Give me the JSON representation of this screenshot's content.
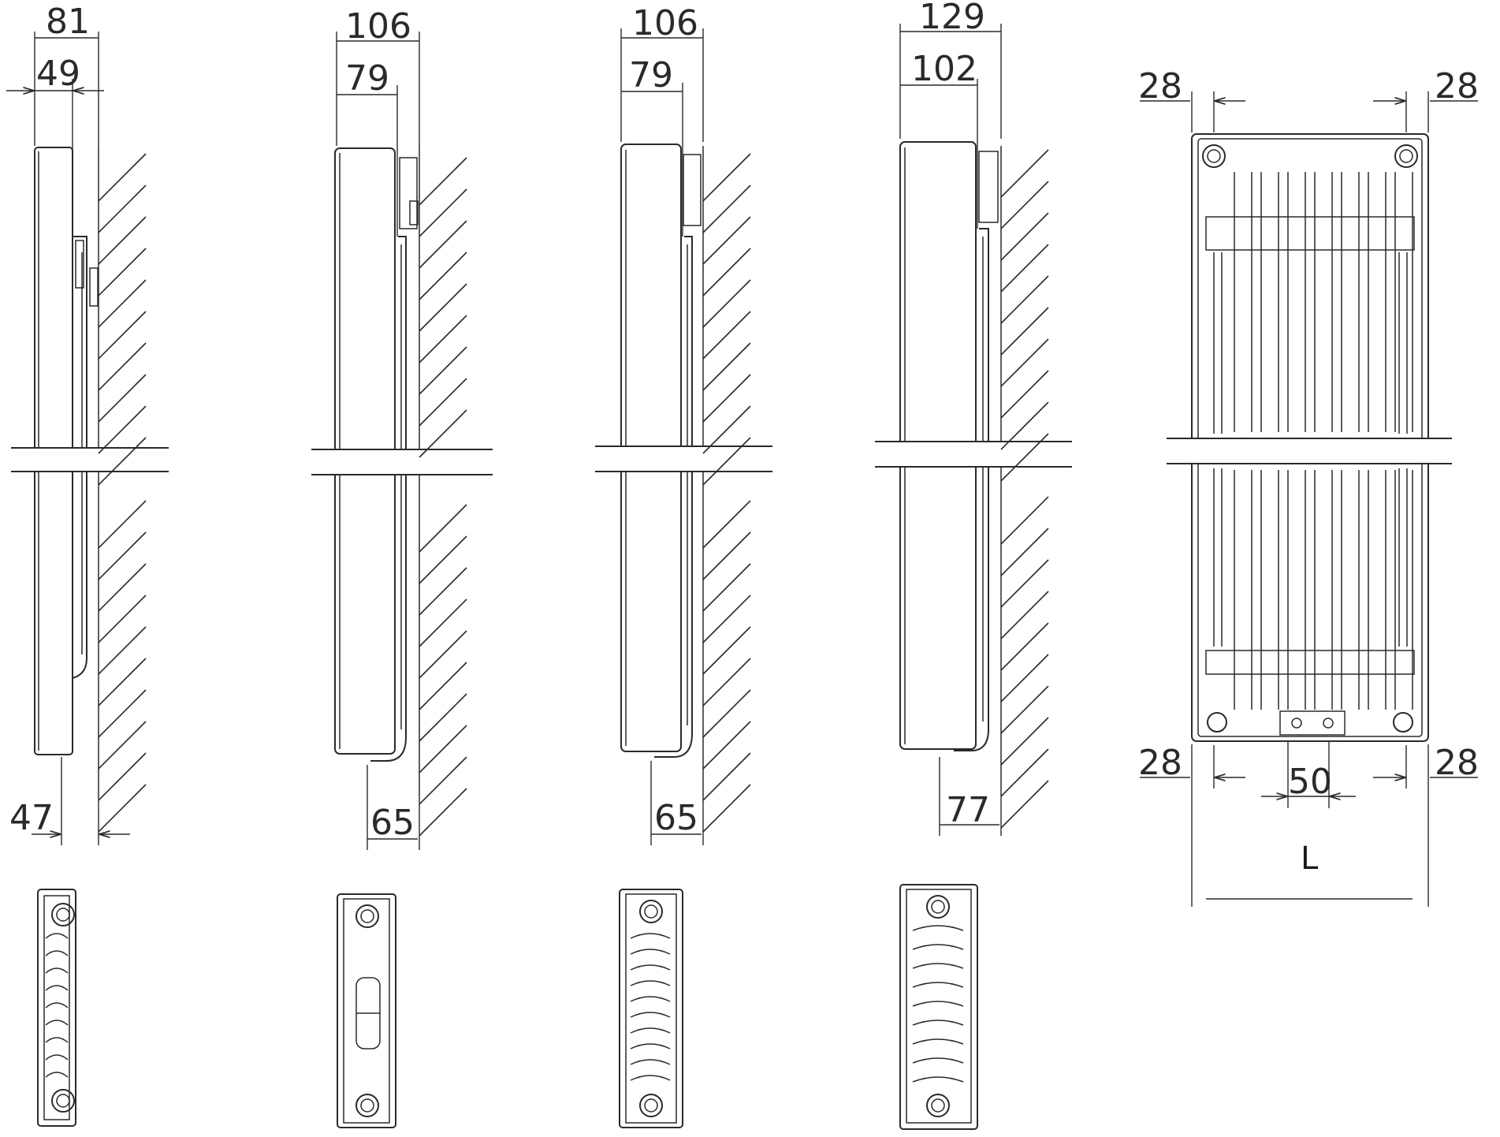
{
  "side_views": [
    {
      "id": "type-10",
      "total_depth": "81",
      "panel_depth": "49",
      "bottom_offset": "47"
    },
    {
      "id": "type-11",
      "total_depth": "106",
      "panel_depth": "79",
      "bottom_offset": "65"
    },
    {
      "id": "type-21",
      "total_depth": "106",
      "panel_depth": "79",
      "bottom_offset": "65"
    },
    {
      "id": "type-22",
      "total_depth": "129",
      "panel_depth": "102",
      "bottom_offset": "77"
    }
  ],
  "front_view": {
    "top_left": "28",
    "top_right": "28",
    "bottom_left": "28",
    "bottom_right": "28",
    "center_spacing": "50",
    "length_label": "L"
  }
}
